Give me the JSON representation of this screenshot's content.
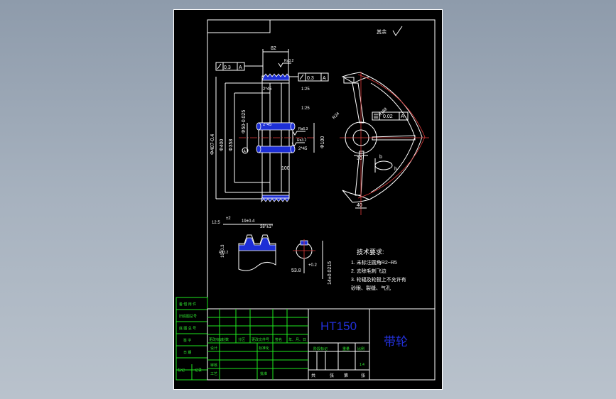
{
  "roughness": {
    "label": "其余"
  },
  "front_dims": {
    "width_82": "82",
    "runout_left_tol": "0.3",
    "runout_left_ref": "A",
    "runout_right_tol": "0.3",
    "runout_right_ref": "A",
    "ra_top": "Ra3.2",
    "ra_mid": "Ra6.3",
    "ra_low": "Ra3.2",
    "chamfer_top": "2*45",
    "chamfer_mid": "2*45",
    "chamfer_bottom": "2*45",
    "taper_1": "1:25",
    "taper_2": "1:25",
    "dia_407": "Φ407-0.4",
    "dia_400": "Φ400",
    "dia_358": "Φ358",
    "dia_50": "Φ50-0.025",
    "dia_100": "Φ100",
    "len_100": "100",
    "datum_a": "A"
  },
  "side_dims": {
    "r168": "R168",
    "r24": "R24",
    "sym_tol": "0.02",
    "sym_ref": "A",
    "hub_30": "30",
    "rib_40": "40",
    "slot_b": "b",
    "slot_h": "h"
  },
  "groove_detail": {
    "d_125": "12.5",
    "d_2": "±2",
    "d_19": "19±0.4",
    "d_38": "38°±1°",
    "d_104": "10+0.3",
    "ra_detail": "Ra3.2"
  },
  "keyway": {
    "d_538": "53.8",
    "d_02": "+0.2",
    "d_14": "14±0.0215"
  },
  "tech_req": {
    "title": "技术要求:",
    "items": [
      "1. 未标注圆角R2~R5",
      "2. 去除毛刺飞边",
      "3. 轮辐及轮毂上不允许有",
      "砂眼、裂缝、气孔"
    ]
  },
  "title_block": {
    "material": "HT150",
    "part_name": "带轮",
    "scale": "1:4",
    "left_column": [
      "备 借 用 件",
      "旧底图总号",
      "底 图 总 号",
      "签 字",
      "日 期"
    ],
    "left_bottom": [
      "更改标记",
      "处数",
      "分区",
      "更改文件号",
      "签名",
      "年、月、日"
    ],
    "roles": [
      "设计",
      "标准化",
      "审核",
      "工艺",
      "批准"
    ],
    "stage_headers": [
      "阶段标记",
      "重量",
      "比例"
    ],
    "sheet_info": [
      "共",
      "张",
      "第",
      "张"
    ],
    "left_small": [
      "标记",
      "记录",
      "签字"
    ]
  },
  "colors": {
    "background": "#000000",
    "lines": "#ffffff",
    "frame_green": "#1ee81e",
    "centerline_red": "#e23b3b",
    "section_blue": "#1d2fd6"
  }
}
